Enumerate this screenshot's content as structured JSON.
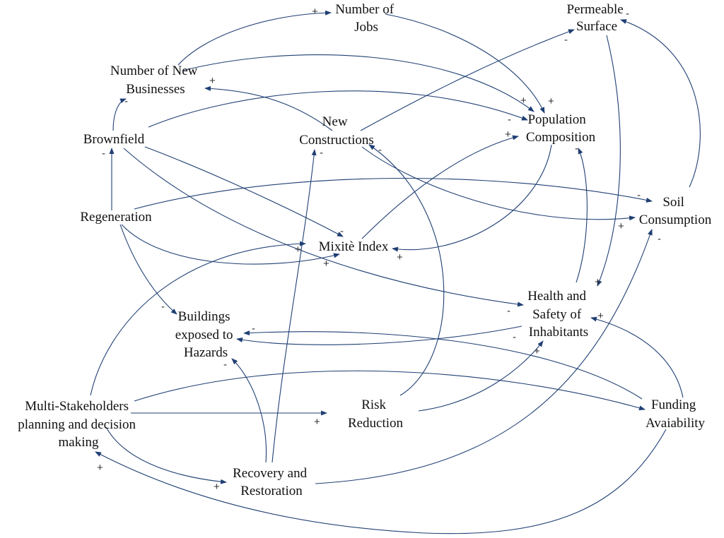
{
  "colors": {
    "edge": "#1f3f73",
    "text": "#111111",
    "sign": "#333333"
  },
  "nodes": {
    "jobs": [
      "Number of",
      "Jobs"
    ],
    "permeable": [
      "Permeable",
      "Surface"
    ],
    "businesses": [
      "Number of New",
      "Businesses"
    ],
    "new_constructions": [
      "New",
      "Constructions"
    ],
    "population": [
      "Population",
      "Composition"
    ],
    "brownfield": [
      "Brownfield"
    ],
    "regeneration": [
      "Regeneration"
    ],
    "soil": [
      "Soil",
      "Consumption"
    ],
    "mixite": [
      "Mixitè Index"
    ],
    "health": [
      "Health and",
      "Safety of",
      "Inhabitants"
    ],
    "buildings": [
      "Buildings",
      "exposed to",
      "Hazards"
    ],
    "multistakeholders": [
      "Multi-Stakeholders",
      "planning and decision",
      "making"
    ],
    "risk": [
      "Risk",
      "Reduction"
    ],
    "funding": [
      "Funding",
      "Avaiability"
    ],
    "recovery": [
      "Recovery and",
      "Restoration"
    ]
  },
  "signs": {
    "plus": "+",
    "minus": "-"
  }
}
